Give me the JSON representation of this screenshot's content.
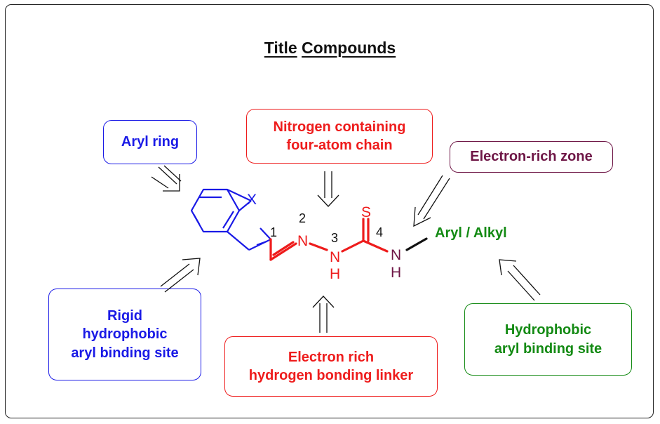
{
  "title": {
    "word1": "Title",
    "word2": "Compounds"
  },
  "boxes": {
    "aryl_ring": "Aryl ring",
    "nitrogen_chain": "Nitrogen containing\nfour-atom chain",
    "electron_rich_zone": "Electron-rich zone",
    "rigid_site": "Rigid\nhydrophobic\naryl binding site",
    "linker": "Electron rich\nhydrogen bonding linker",
    "hydrophobic_site": "Hydrophobic\naryl binding site"
  },
  "structure": {
    "hetero_atom": "X",
    "n2": "N",
    "n3": "N",
    "h3": "H",
    "sulfur": "S",
    "n4": "N",
    "h4": "H",
    "num1": "1",
    "num2": "2",
    "num3": "3",
    "num4": "4",
    "substituent": "Aryl / Alkyl"
  },
  "colors": {
    "blue": "#1a1ae6",
    "red": "#ee1c1c",
    "purple": "#6e1646",
    "green": "#138a13"
  }
}
